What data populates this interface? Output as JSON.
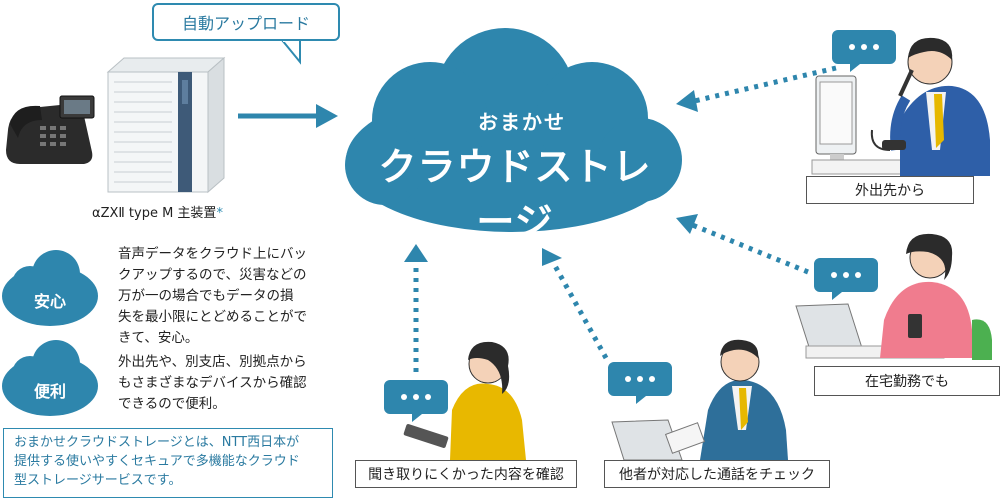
{
  "upload_label": "自動アップロード",
  "device_label": "αZXⅡ type M 主装置",
  "device_label_mark": "*",
  "cloud": {
    "title_small": "おまかせ",
    "title_big": "クラウドストレージ"
  },
  "users": {
    "outside": "外出先から",
    "home": "在宅勤務でも",
    "review": "聞き取りにくかった内容を確認",
    "check": "他者が対応した通話をチェック"
  },
  "benefits": [
    {
      "title": "安心",
      "lines": [
        "音声データをクラウド上にバッ",
        "クアップするので、災害などの",
        "万が一の場合でもデータの損",
        "失を最小限にとどめることがで",
        "きて、安心。"
      ]
    },
    {
      "title": "便利",
      "lines": [
        "外出先や、別支店、別拠点から",
        "もさまざまなデバイスから確認",
        "できるので便利。"
      ]
    }
  ],
  "note_lines": [
    "おまかせクラウドストレージとは、NTT西日本が",
    "提供する使いやすくセキュアで多機能なクラウド",
    "型ストレージサービスです。"
  ],
  "colors": {
    "cloud": "#2e86ad",
    "accent": "#2e8ab0",
    "text": "#222222"
  }
}
